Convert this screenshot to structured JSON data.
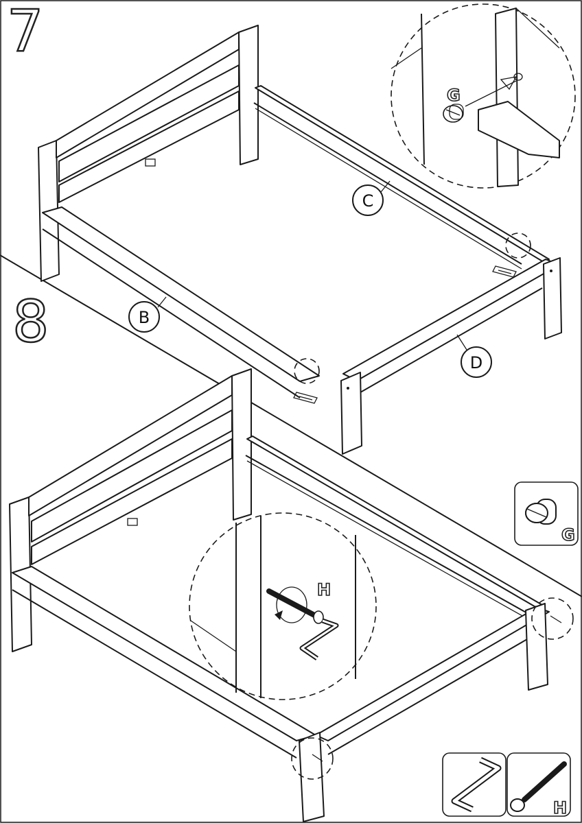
{
  "steps": [
    {
      "number": "7"
    },
    {
      "number": "8"
    }
  ],
  "callouts": {
    "b": "B",
    "c": "C",
    "d": "D"
  },
  "detail_labels": {
    "g": "G",
    "h": "H"
  },
  "legend": {
    "cam_label": "G",
    "bolt_label": "H"
  },
  "icons": [
    "cam-lock-icon",
    "allen-key-icon",
    "bolt-icon",
    "rotate-arrow-icon",
    "push-arrow-icon"
  ]
}
